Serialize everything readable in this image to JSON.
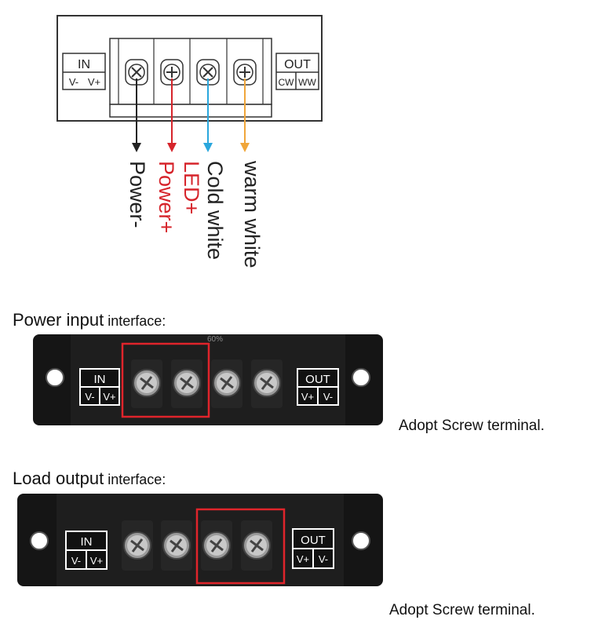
{
  "diagram": {
    "in_label": "IN",
    "in_pins": [
      "V-",
      "V+"
    ],
    "out_label": "OUT",
    "out_pins": [
      "CW",
      "WW"
    ],
    "wires": [
      {
        "label": "Power-",
        "color": "#222222"
      },
      {
        "label": "LED+\nPower+",
        "color": "#d6242b"
      },
      {
        "label": "Cold white",
        "color": "#2aa7dd"
      },
      {
        "label": "warm white",
        "color": "#f0a63a"
      }
    ]
  },
  "sections": [
    {
      "heading_main": "Power input",
      "heading_small": " interface:",
      "photo_top_text": "60%",
      "in_label": "IN",
      "in_pins": [
        "V-",
        "V+"
      ],
      "out_label": "OUT",
      "out_pins": [
        "V+",
        "V-"
      ],
      "highlight": "left-pair",
      "note": "Adopt Screw terminal."
    },
    {
      "heading_main": "Load output",
      "heading_small": " interface:",
      "photo_top_text": "",
      "in_label": "IN",
      "in_pins": [
        "V-",
        "V+"
      ],
      "out_label": "OUT",
      "out_pins": [
        "V+",
        "V-"
      ],
      "highlight": "right-pair",
      "note": "Adopt Screw terminal."
    }
  ],
  "colors": {
    "highlight": "#e0242b",
    "device_body": "#151515"
  }
}
